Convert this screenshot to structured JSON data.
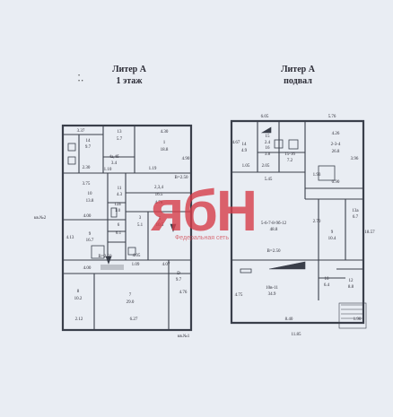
{
  "left_plan": {
    "title_line1": "Литер А",
    "title_line2": "1 этаж",
    "labels": [
      "3.37",
      "13",
      "5.7",
      "4.30",
      "1",
      "18.8",
      "4.90",
      "14",
      "9.7",
      "4а,4б",
      "3.4",
      "2.30",
      "1.10",
      "1.19",
      "В=2.50",
      "3.75",
      "10",
      "13.8",
      "11",
      "4.3",
      "2,3,4",
      "16.5",
      "4.78",
      "12а",
      "1.0",
      "4.00",
      "5",
      "10.5",
      "3",
      "5.1",
      "6",
      "6.1",
      "9",
      "16.7",
      "4.13",
      "4.05",
      "В=2.50",
      "1.09",
      "4.07",
      "D",
      "9.7",
      "4.00",
      "8",
      "10.2",
      "7",
      "29.0",
      "4.76",
      "2.12",
      "6.27"
    ],
    "side_labels": {
      "left": "кв.№2",
      "bottom": "кв.№1"
    }
  },
  "right_plan": {
    "title_line1": "Литер А",
    "title_line2": "подвал",
    "labels": [
      "6.05",
      "5.76",
      "4.67",
      "14",
      "4.9",
      "15",
      "2.4",
      "16",
      "3.8",
      "1.05",
      "2.05",
      "15-16",
      "7.2",
      "4.26",
      "2-3-4",
      "26.8",
      "3.96",
      "1.93",
      "0.90",
      "5.45",
      "13а",
      "6.7",
      "2.70",
      "5-6-7-8-9б-12",
      "48.8",
      "9",
      "10.4",
      "В=2.50",
      "10в-11",
      "34.9",
      "10",
      "6.4",
      "12",
      "8.8",
      "4.75",
      "8.40",
      "18.57",
      "11.85",
      "1.90"
    ]
  },
  "watermark": {
    "text": "ябН",
    "subtext": "Федеральная сеть"
  },
  "marks": {
    "dots": "•\n• •"
  },
  "colors": {
    "paper": "#e9edf3",
    "ink": "#3a3f4a",
    "watermark": "#d63c48"
  }
}
